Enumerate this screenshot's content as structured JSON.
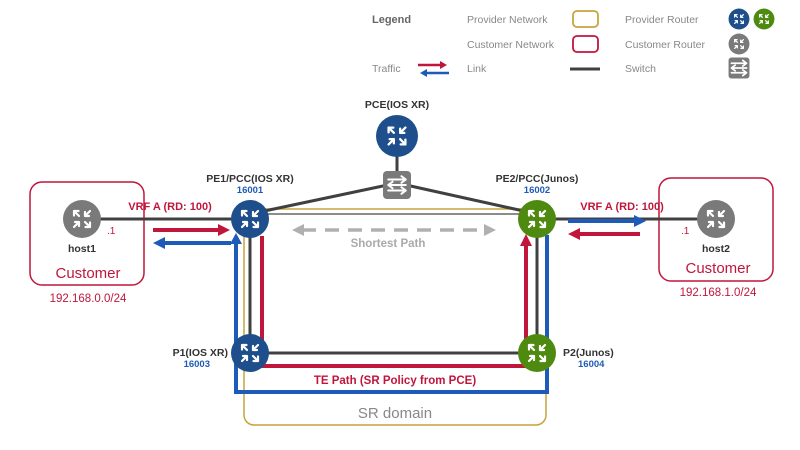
{
  "legend": {
    "title": "Legend",
    "provider_network": "Provider Network",
    "customer_network": "Customer Network",
    "provider_router": "Provider Router",
    "customer_router": "Customer Router",
    "traffic": "Traffic",
    "link": "Link",
    "switch": "Switch"
  },
  "colors": {
    "provider_blue": "#1f4e8c",
    "provider_green": "#4f8a10",
    "customer_gray": "#7a7a7a",
    "customer_red": "#c0163c",
    "domain_gold": "#c8a43a",
    "link": "#404040",
    "blue_path": "#1e5bb8",
    "shortest_path": "#b0b0b0"
  },
  "nodes": {
    "pce": {
      "name": "PCE(IOS XR)"
    },
    "pe1": {
      "name": "PE1/PCC(IOS XR)",
      "sid": "16001"
    },
    "pe2": {
      "name": "PE2/PCC(Junos)",
      "sid": "16002"
    },
    "p1": {
      "name": "P1(IOS XR)",
      "sid": "16003"
    },
    "p2": {
      "name": "P2(Junos)",
      "sid": "16004"
    },
    "host1": {
      "name": "host1",
      "addr": ".1"
    },
    "host2": {
      "name": "host2",
      "addr": ".1"
    }
  },
  "customers": {
    "left": {
      "label": "Customer",
      "subnet": "192.168.0.0/24"
    },
    "right": {
      "label": "Customer",
      "subnet": "192.168.1.0/24"
    }
  },
  "labels": {
    "vrf_left": "VRF A (RD: 100)",
    "vrf_right": "VRF A (RD: 100)",
    "shortest_path": "Shortest Path",
    "te_path": "TE Path (SR Policy from PCE)",
    "sr_domain": "SR domain"
  }
}
